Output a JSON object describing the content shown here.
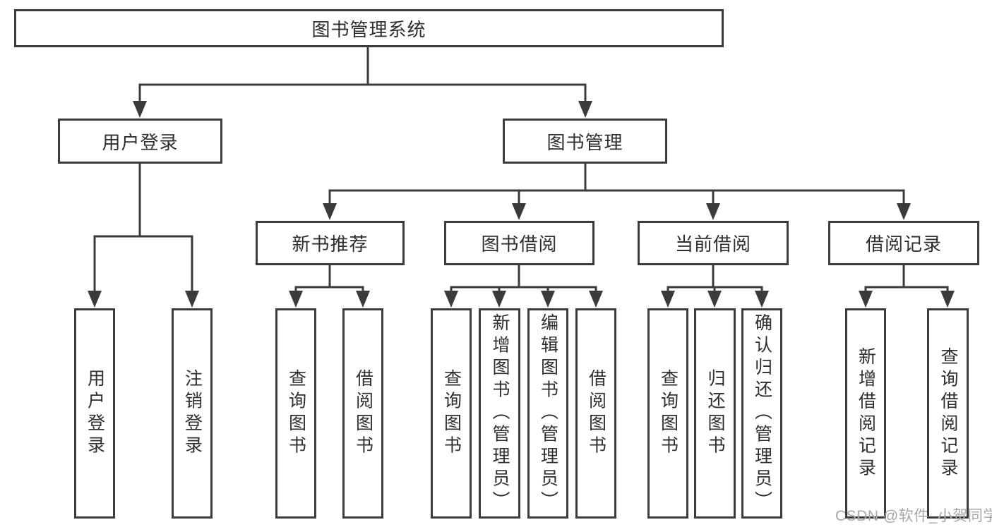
{
  "watermark": "CSDN @软件_小贺同学",
  "colors": {
    "line": "#3b3b3b",
    "text": "#2e2e2e",
    "watermark_text": "#a8a8a8",
    "background": "#ffffff"
  },
  "tree": {
    "label": "图书管理系统",
    "children": [
      {
        "label": "用户登录",
        "children": [
          {
            "label": "用户登录"
          },
          {
            "label": "注销登录"
          }
        ]
      },
      {
        "label": "图书管理",
        "children": [
          {
            "label": "新书推荐",
            "children": [
              {
                "label": "查询图书"
              },
              {
                "label": "借阅图书"
              }
            ]
          },
          {
            "label": "图书借阅",
            "children": [
              {
                "label": "查询图书"
              },
              {
                "label": "新增图书（管理员）"
              },
              {
                "label": "编辑图书（管理员）"
              },
              {
                "label": "借阅图书"
              }
            ]
          },
          {
            "label": "当前借阅",
            "children": [
              {
                "label": "查询图书"
              },
              {
                "label": "归还图书"
              },
              {
                "label": "确认归还（管理员）"
              }
            ]
          },
          {
            "label": "借阅记录",
            "children": [
              {
                "label": "新增借阅记录"
              },
              {
                "label": "查询借阅记录"
              }
            ]
          }
        ]
      }
    ]
  }
}
